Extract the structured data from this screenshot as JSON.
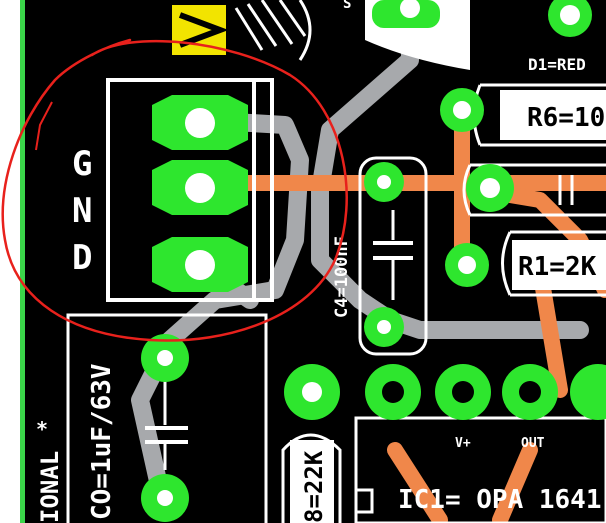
{
  "board": {
    "background": "#000000",
    "edge_strip_color": "#3bd64a",
    "pad_color": "#2ee62e",
    "trace_gray": "#a7a9ac",
    "trace_orange": "#f0874a",
    "silkscreen": "#ffffff",
    "annotation_color": "#e8211c"
  },
  "labels": {
    "gnd_g": "G",
    "gnd_n": "N",
    "gnd_d": "D",
    "d1": "D1=RED",
    "r6": "R6=10",
    "r1": "R1=2K",
    "c4": "C4=100nF",
    "co": "CO=1uF/63V",
    "optional": "IONAL",
    "r8": "8=22K",
    "ic1": "IC1= OPA 1641",
    "vplus": "V+",
    "out": "OUT",
    "partial_top": "S"
  },
  "annotation": {
    "shape": "freehand-circle",
    "target": "GND terminal block"
  }
}
